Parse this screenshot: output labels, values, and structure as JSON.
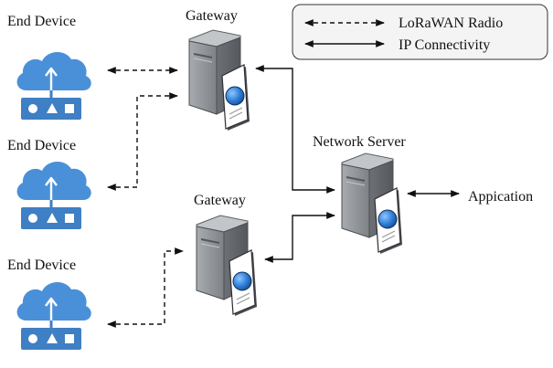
{
  "legend": {
    "radio_label": "LoRaWAN Radio",
    "ip_label": "IP Connectivity"
  },
  "nodes": {
    "end_device_1": "End Device",
    "end_device_2": "End Device",
    "end_device_3": "End Device",
    "gateway_1": "Gateway",
    "gateway_2": "Gateway",
    "network_server": "Network Server",
    "application": "Appication"
  },
  "colors": {
    "cloud": "#4a90d9",
    "device_box": "#3f7fc4",
    "server_body": "#8f9296",
    "globe": "#2f7fd8",
    "line": "#111111"
  }
}
